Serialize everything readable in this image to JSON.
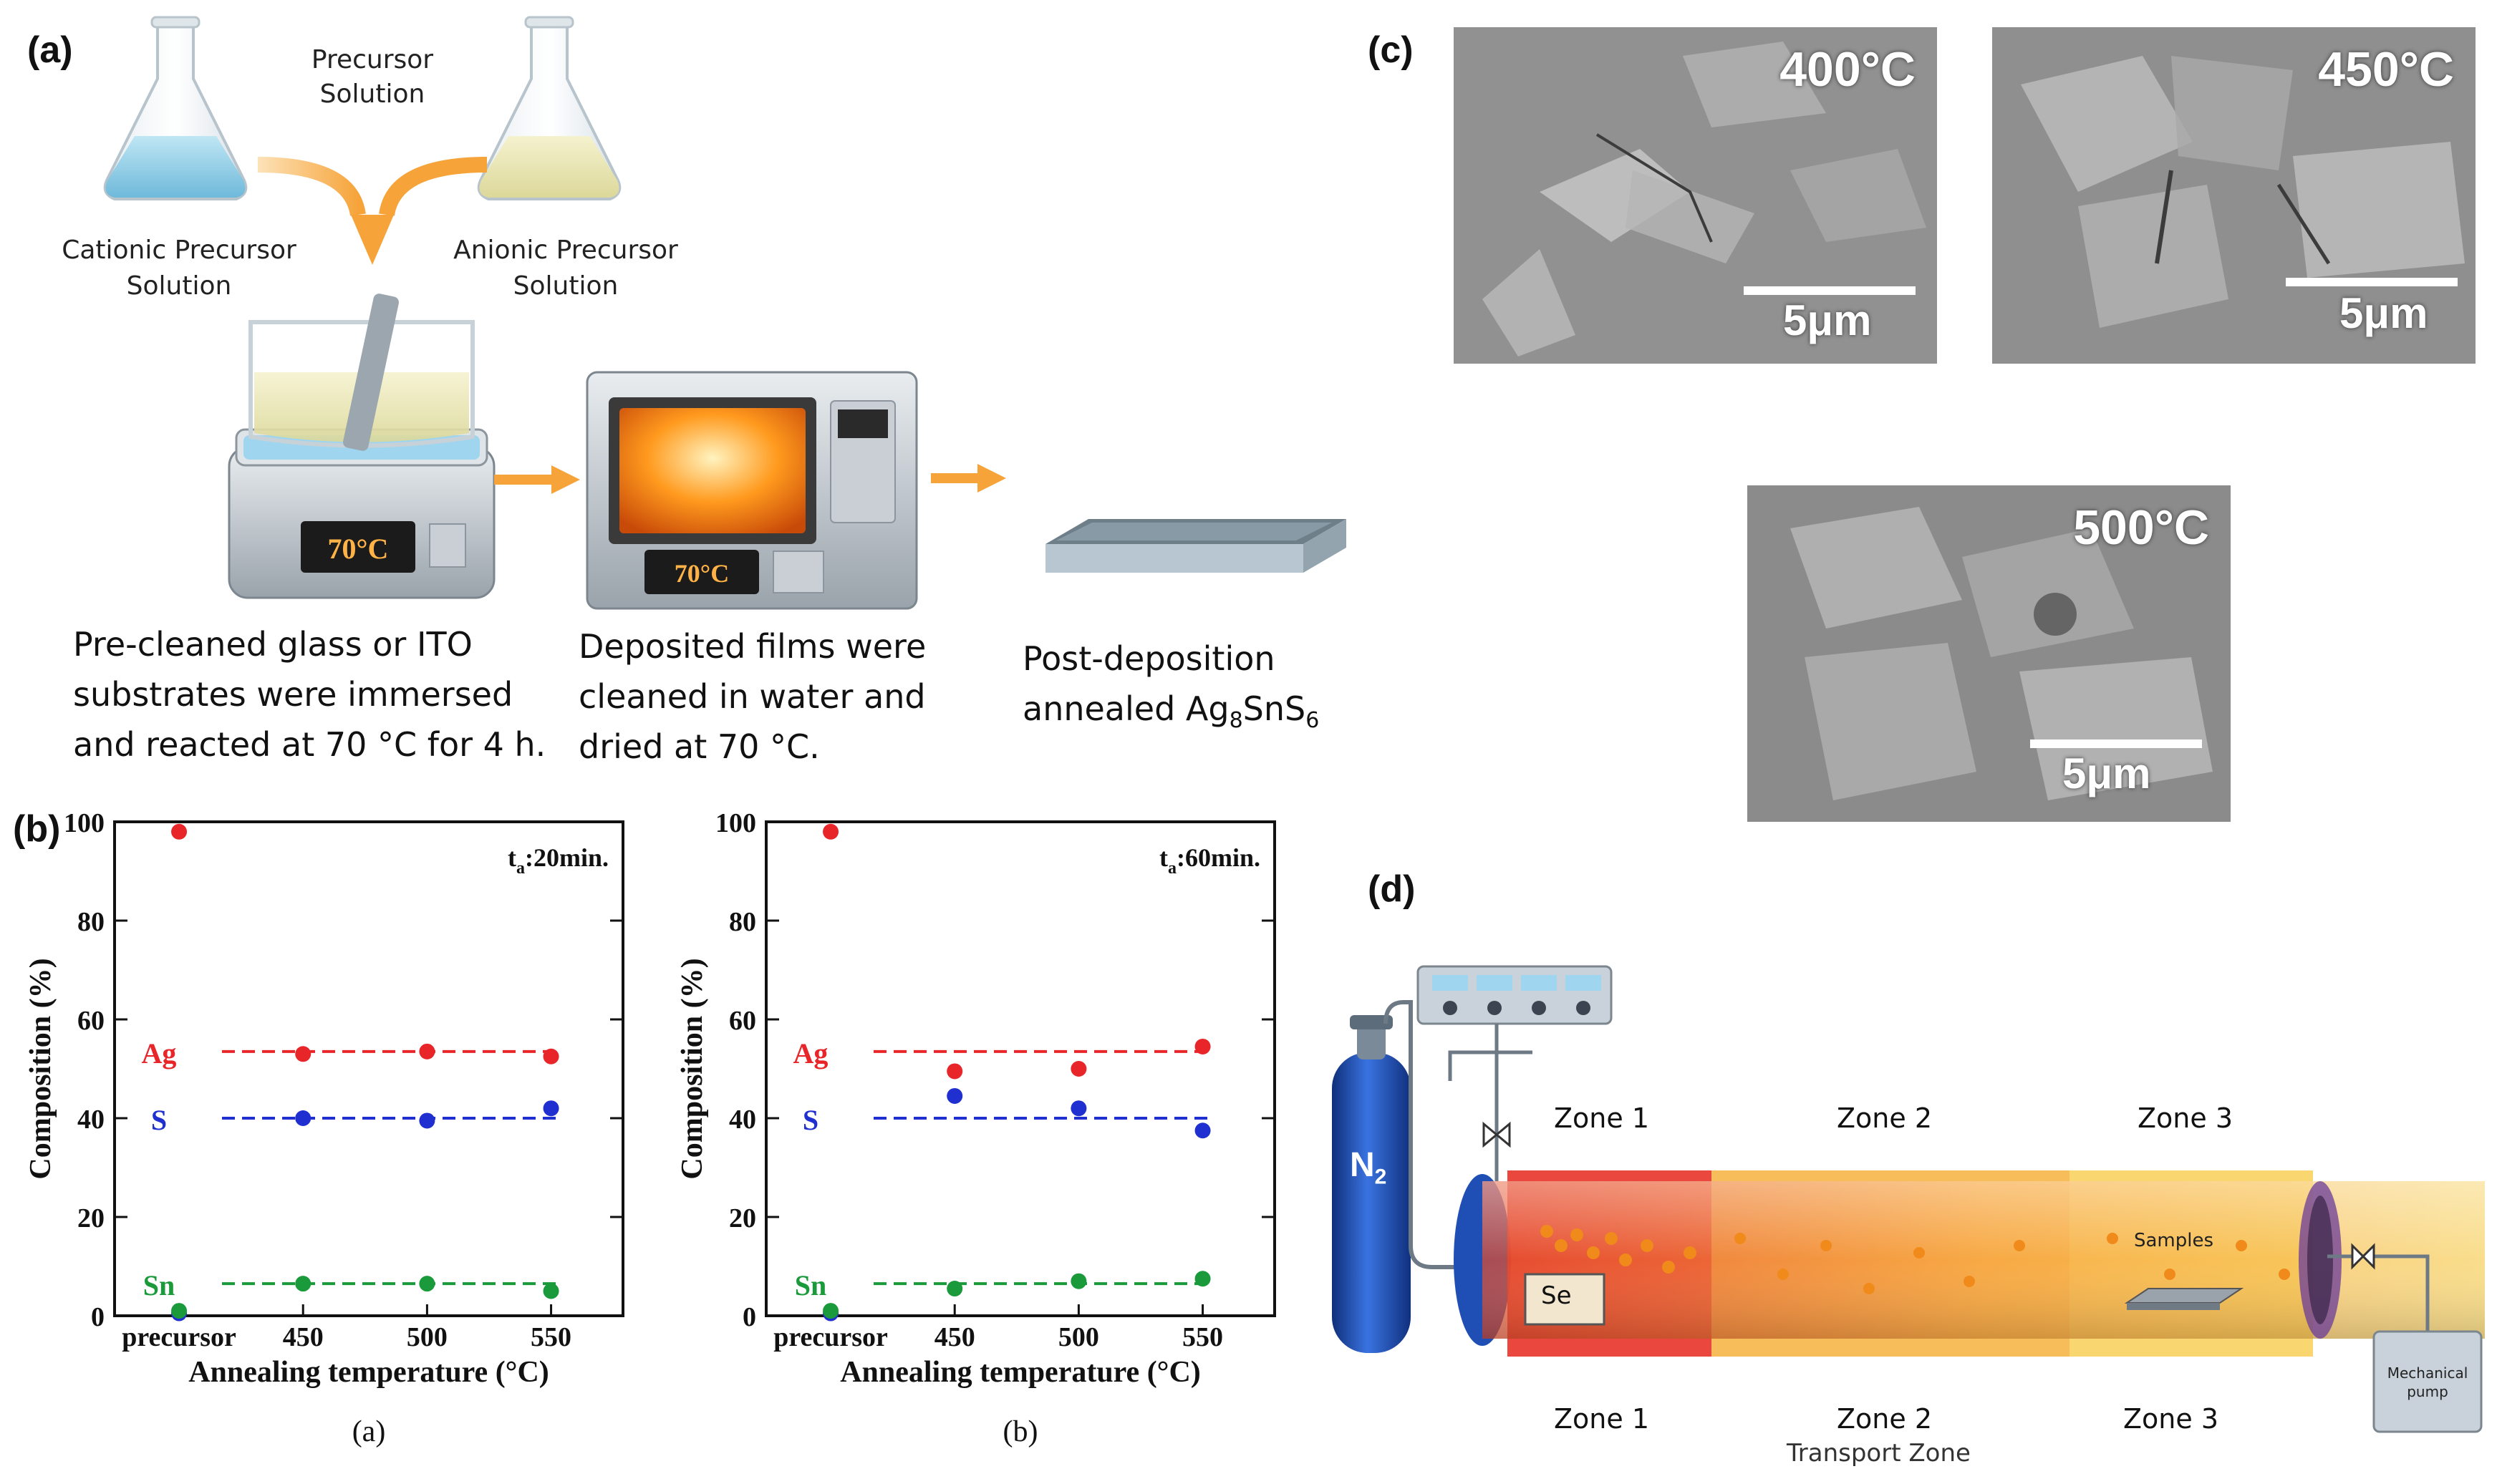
{
  "panels": {
    "a": "(a)",
    "b": "(b)",
    "c": "(c)",
    "d": "(d)"
  },
  "panel_a": {
    "precursor_title_1": "Precursor",
    "precursor_title_2": "Solution",
    "cationic_1": "Cationic Precursor",
    "cationic_2": "Solution",
    "anionic_1": "Anionic Precursor",
    "anionic_2": "Solution",
    "bath_display": "70°C",
    "oven_display": "70°C",
    "step1_caption": [
      "Pre-cleaned glass or ITO",
      "substrates were immersed",
      "and reacted at 70 °C for 4 h."
    ],
    "step2_caption": [
      "Deposited films were",
      "cleaned in water and",
      "dried at 70 °C."
    ],
    "step3_caption_1": "Post-deposition",
    "step3_caption_2_prefix": "annealed  Ag",
    "step3_sub_1": "8",
    "step3_mid": "SnS",
    "step3_sub_2": "6",
    "colors": {
      "arrow": "#f6a43a",
      "display": "#ffb347"
    }
  },
  "panel_c": {
    "images": [
      {
        "temp": "400°C",
        "scale": "5μm"
      },
      {
        "temp": "450°C",
        "scale": "5μm"
      },
      {
        "temp": "500°C",
        "scale": "5μm"
      }
    ]
  },
  "panel_d": {
    "gas": "N",
    "gas_sub": "2",
    "zones_top": [
      "Zone 1",
      "Zone 2",
      "Zone 3"
    ],
    "zones_bottom": [
      "Zone 1",
      "Zone 2",
      "Zone 3"
    ],
    "transport_zone": "Transport Zone",
    "source": "Se",
    "samples": "Samples",
    "pump_1": "Mechanical",
    "pump_2": "pump",
    "colors": {
      "zone1": "#e8342a",
      "zone2": "#f7b23e",
      "zone3": "#f9d162",
      "cylinder": "#1f4fb5"
    }
  },
  "chart_data": [
    {
      "type": "scatter",
      "sublabel": "(a)",
      "annotation": "t",
      "annotation_sub": "a",
      "annotation_rest": ":20min.",
      "xlabel": "Annealing temperature (°C)",
      "ylabel": "Composition (%)",
      "categories": [
        "precursor",
        "450",
        "500",
        "550"
      ],
      "yticks": [
        "0",
        "20",
        "40",
        "60",
        "80",
        "100"
      ],
      "ylim": [
        0,
        100
      ],
      "series": [
        {
          "name": "Ag",
          "color": "#e8262a",
          "values": [
            98,
            53,
            53.5,
            52.5
          ],
          "ref": 53.5
        },
        {
          "name": "S",
          "color": "#1f2fd0",
          "values": [
            0.5,
            40,
            39.5,
            42
          ],
          "ref": 40
        },
        {
          "name": "Sn",
          "color": "#1a9a3a",
          "values": [
            1,
            6.5,
            6.5,
            5
          ],
          "ref": 6.5
        }
      ]
    },
    {
      "type": "scatter",
      "sublabel": "(b)",
      "annotation": "t",
      "annotation_sub": "a",
      "annotation_rest": ":60min.",
      "xlabel": "Annealing temperature (°C)",
      "ylabel": "Composition (%)",
      "categories": [
        "precursor",
        "450",
        "500",
        "550"
      ],
      "yticks": [
        "0",
        "20",
        "40",
        "60",
        "80",
        "100"
      ],
      "ylim": [
        0,
        100
      ],
      "series": [
        {
          "name": "Ag",
          "color": "#e8262a",
          "values": [
            98,
            49.5,
            50,
            54.5
          ],
          "ref": 53.5
        },
        {
          "name": "S",
          "color": "#1f2fd0",
          "values": [
            0.5,
            44.5,
            42,
            37.5
          ],
          "ref": 40
        },
        {
          "name": "Sn",
          "color": "#1a9a3a",
          "values": [
            1,
            5.5,
            7,
            7.5
          ],
          "ref": 6.5
        }
      ]
    }
  ]
}
